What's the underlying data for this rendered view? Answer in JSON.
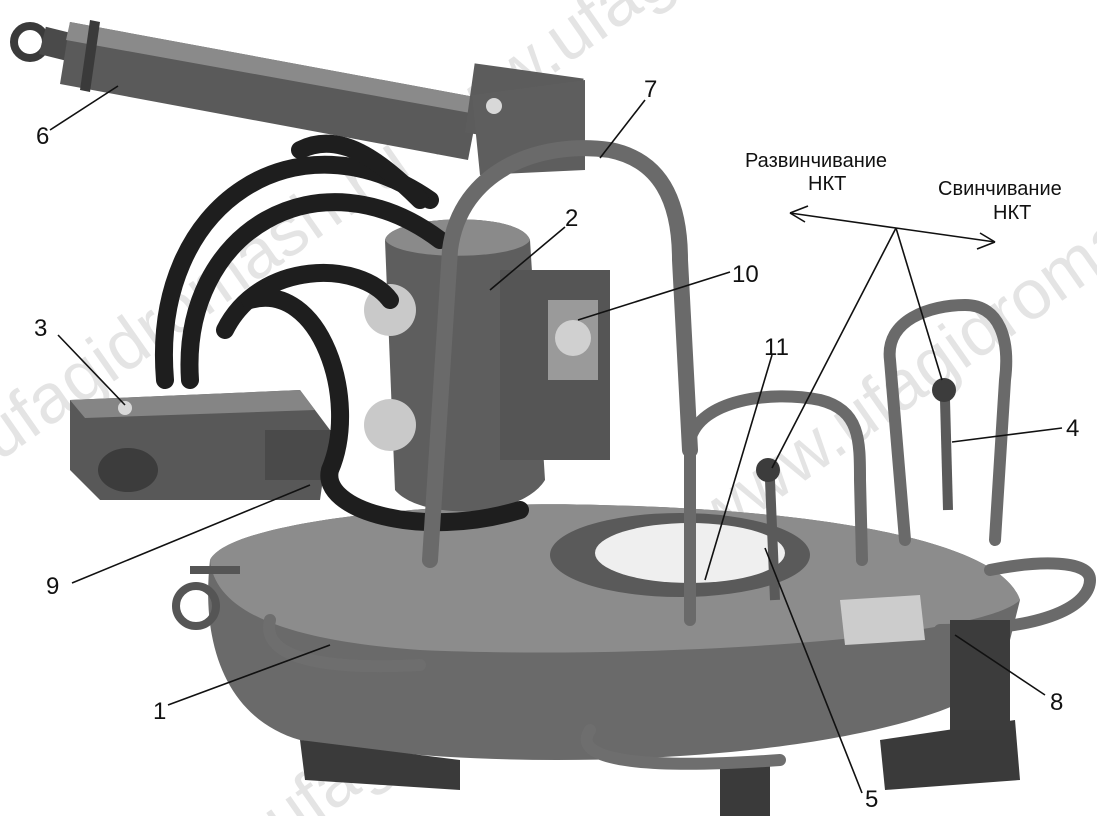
{
  "colors": {
    "background": "#ffffff",
    "metal_dark": "#3a3a3a",
    "metal_mid": "#6e6e6e",
    "metal_light": "#b5b5b5",
    "hose": "#1e1e1e",
    "line": "#111111"
  },
  "callouts": [
    {
      "id": "1",
      "label": "1"
    },
    {
      "id": "2",
      "label": "2"
    },
    {
      "id": "3",
      "label": "3"
    },
    {
      "id": "4",
      "label": "4"
    },
    {
      "id": "5",
      "label": "5"
    },
    {
      "id": "6",
      "label": "6"
    },
    {
      "id": "7",
      "label": "7"
    },
    {
      "id": "8",
      "label": "8"
    },
    {
      "id": "9",
      "label": "9"
    },
    {
      "id": "10",
      "label": "10"
    },
    {
      "id": "11",
      "label": "11"
    }
  ],
  "directions": {
    "unscrew": {
      "line1": "Развинчивание",
      "line2": "НКТ"
    },
    "screw": {
      "line1": "Свинчивание",
      "line2": "НКТ"
    }
  },
  "watermark": "ufagidromash.ru www.ufagidromash.ru"
}
